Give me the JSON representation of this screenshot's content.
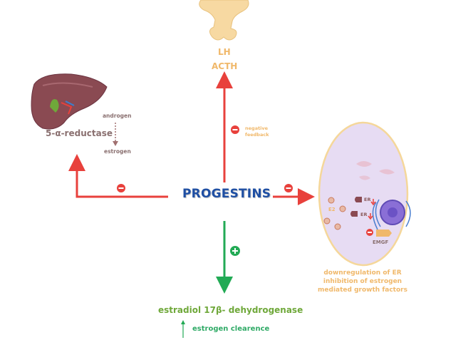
{
  "center_label": "PROGESTINS",
  "top": {
    "line1": "LH",
    "line2": "ACTH",
    "feedback_note": "negative feedback"
  },
  "left": {
    "enzyme": "5-α-reductase",
    "from": "androgen",
    "to": "estrogen"
  },
  "right": {
    "e2": "E2",
    "er1": "ER",
    "er2": "ER",
    "emgf": "EMGF",
    "caption": "downregulation of ER inhibition of estrogen mediated growth factors"
  },
  "bottom": {
    "enzyme": "estradiol 17β- dehydrogenase",
    "effect": "estrogen clearence"
  },
  "colors": {
    "inhibit": "#e8413c",
    "stimulate": "#22aa55",
    "blue": "#1f4fa3",
    "orange": "#f0b86a"
  }
}
